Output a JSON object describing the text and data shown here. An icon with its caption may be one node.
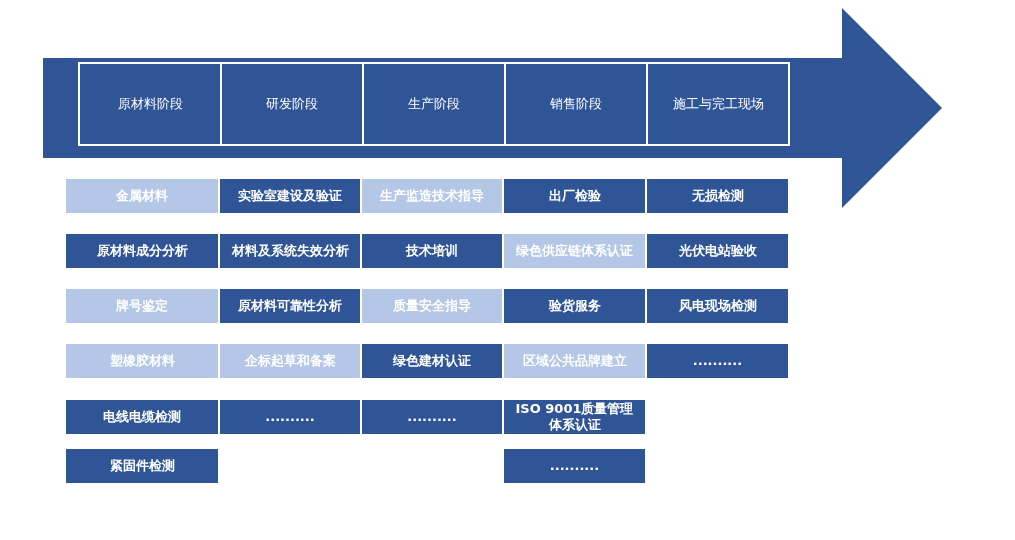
{
  "diagram": {
    "nodes": [
      {
        "text": [],
        "shape": "arrow"
      },
      {
        "text": [
          "原材料阶段"
        ],
        "in": 0
      },
      {
        "text": [
          "研发阶段"
        ],
        "in": 0
      },
      {
        "text": [
          "生产阶段"
        ],
        "in": 0
      },
      {
        "text": [
          "销售阶段"
        ],
        "in": 0
      },
      {
        "text": [
          "施工与完工现场"
        ],
        "in": 0
      },
      {
        "text": [
          "金属材料"
        ]
      },
      {
        "text": [
          "实验室建设及验证"
        ]
      },
      {
        "text": [
          "生产监造技术指导"
        ]
      },
      {
        "text": [
          "出厂检验"
        ]
      },
      {
        "text": [
          "无损检测"
        ]
      },
      {
        "text": [
          "原材料成分分析"
        ]
      },
      {
        "text": [
          "材料及系统失效分析"
        ]
      },
      {
        "text": [
          "技术培训"
        ]
      },
      {
        "text": [
          "绿色供应链体系认证"
        ]
      },
      {
        "text": [
          "光伏电站验收"
        ]
      },
      {
        "text": [
          "牌号鉴定"
        ]
      },
      {
        "text": [
          "原材料可靠性分析"
        ]
      },
      {
        "text": [
          "质量安全指导"
        ]
      },
      {
        "text": [
          "验货服务"
        ]
      },
      {
        "text": [
          "风电现场检测"
        ]
      },
      {
        "text": [
          "塑橡胶材料"
        ]
      },
      {
        "text": [
          "企标起草和备案"
        ]
      },
      {
        "text": [
          "绿色建材认证"
        ]
      },
      {
        "text": [
          "区域公共品牌建立"
        ]
      },
      {
        "text": [
          ".........."
        ]
      },
      {
        "text": [
          "电线电缆检测"
        ]
      },
      {
        "text": [
          ".........."
        ]
      },
      {
        "text": [
          ".........."
        ]
      },
      {
        "text": [
          "ISO 9001质量管理体系认证"
        ]
      },
      {
        "text": [
          "紧固件检测"
        ]
      },
      {
        "text": [
          ".........."
        ]
      }
    ],
    "edges": []
  }
}
